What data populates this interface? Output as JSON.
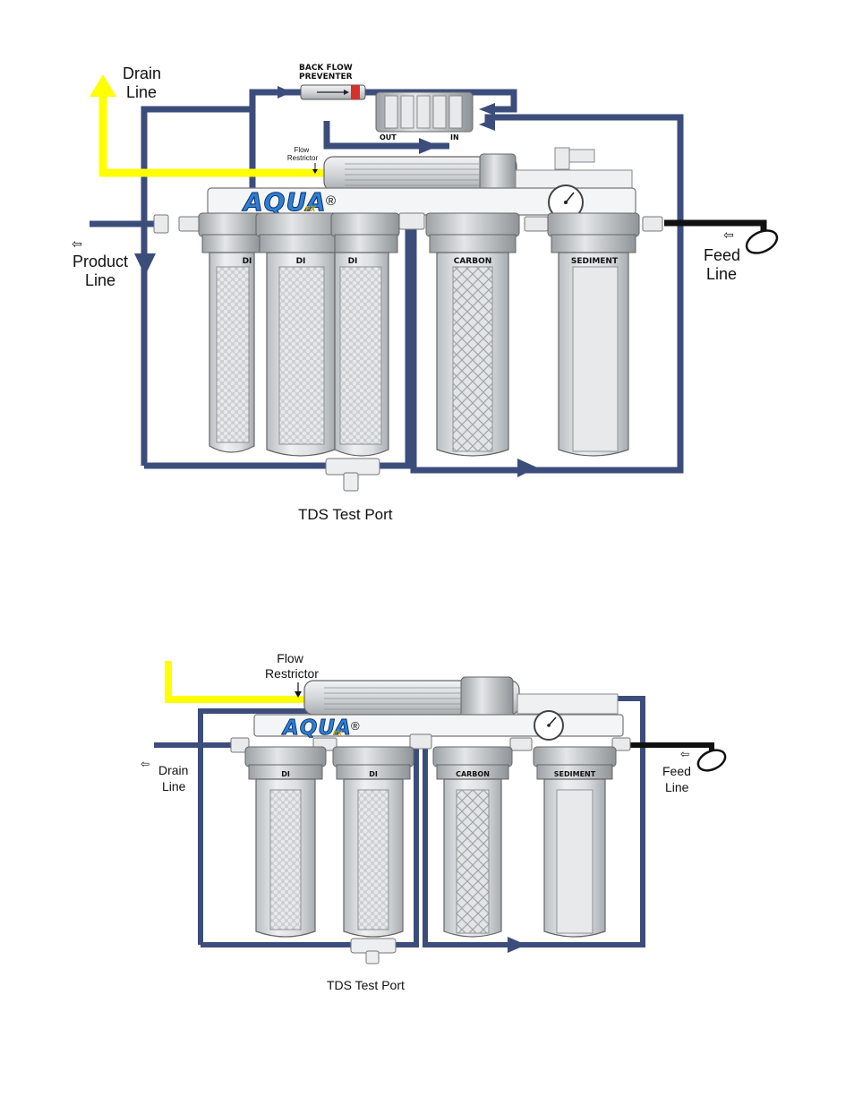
{
  "colors": {
    "product_pipe": "#3c4d7c",
    "drain_pipe": "#ffff00",
    "feed_pipe": "#111111",
    "logo_blue": "#2e7fd6",
    "housing": "#dfe2e4",
    "housing_dark": "#9aa0a4"
  },
  "top": {
    "drain_line": [
      "Drain",
      "Line"
    ],
    "product_line": [
      "Product",
      "Line"
    ],
    "feed_line": [
      "Feed",
      "Line"
    ],
    "back_flow_preventer": [
      "BACK FLOW",
      "PREVENTER"
    ],
    "flow_restrictor": [
      "Flow",
      "Restrictor"
    ],
    "membrane_out": "OUT",
    "membrane_in": "IN",
    "logo": "AQUA",
    "logo_small": "FX",
    "registered": "®",
    "canisters": [
      "DI",
      "DI",
      "DI",
      "CARBON",
      "SEDIMENT"
    ],
    "tds_test_port": "TDS Test Port",
    "arrow_glyph": "⇦"
  },
  "bottom": {
    "flow_restrictor": [
      "Flow",
      "Restrictor"
    ],
    "drain_line": [
      "Drain",
      "Line"
    ],
    "feed_line": [
      "Feed",
      "Line"
    ],
    "logo": "AQUA",
    "logo_small": "FX",
    "registered": "®",
    "canisters": [
      "DI",
      "DI",
      "CARBON",
      "SEDIMENT"
    ],
    "tds_test_port": "TDS Test Port",
    "arrow_glyph": "⇦"
  }
}
